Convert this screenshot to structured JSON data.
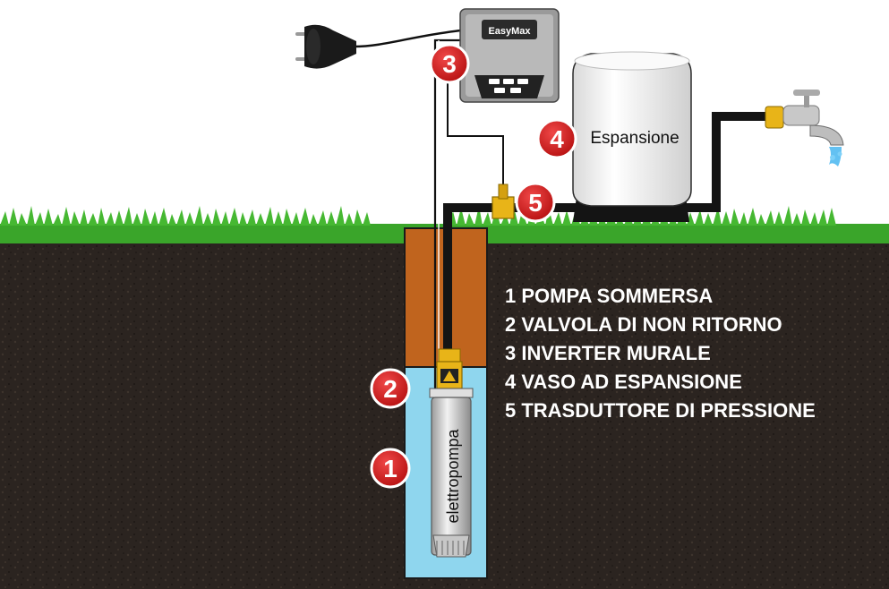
{
  "inverter": {
    "brand": "EasyMax"
  },
  "pump": {
    "label": "elettropompa"
  },
  "tank": {
    "label": "Espansione"
  },
  "markers": [
    {
      "number": "1",
      "component": "pump"
    },
    {
      "number": "2",
      "component": "check-valve"
    },
    {
      "number": "3",
      "component": "inverter"
    },
    {
      "number": "4",
      "component": "expansion-tank"
    },
    {
      "number": "5",
      "component": "pressure-transducer"
    }
  ],
  "legend": [
    "1 POMPA SOMMERSA",
    "2 VALVOLA DI NON RITORNO",
    "3 INVERTER MURALE",
    "4 VASO AD ESPANSIONE",
    "5 TRASDUTTORE DI PRESSIONE"
  ],
  "colors": {
    "soil": "#2b2420",
    "grass": "#3aa52a",
    "casing": "#c0641e",
    "water": "#8fd6ee",
    "pipe": "#141414",
    "marker": "#d81e1e",
    "brass": "#e8b418",
    "tank": "#f4f4f4"
  }
}
